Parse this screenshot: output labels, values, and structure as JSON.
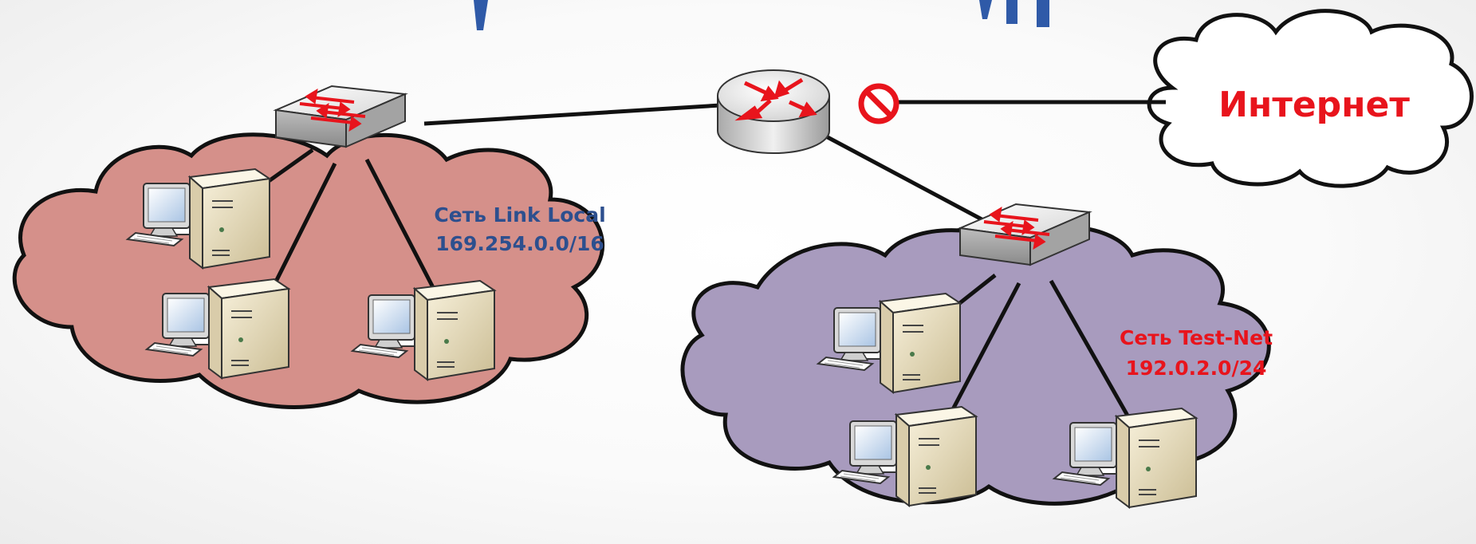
{
  "internet": {
    "label": "Интернет",
    "color": "#e8141c"
  },
  "networks": [
    {
      "id": "link-local",
      "name": "Сеть Link Local",
      "subnet": "169.254.0.0/16",
      "fill": "#d5908a",
      "text_color": "#2d4f8e",
      "hosts": 3
    },
    {
      "id": "test-net",
      "name": "Сеть Test-Net",
      "subnet": "192.0.2.0/24",
      "fill": "#a89bbe",
      "text_color": "#e8141c",
      "hosts": 3
    }
  ],
  "devices": {
    "router": "router-icon",
    "switch": "switch-icon",
    "host": "workstation-icon",
    "block": "blocked-icon"
  },
  "colors": {
    "title_fragment": "#2f5aa8",
    "link": "#111111",
    "arrow": "#e8141c"
  }
}
